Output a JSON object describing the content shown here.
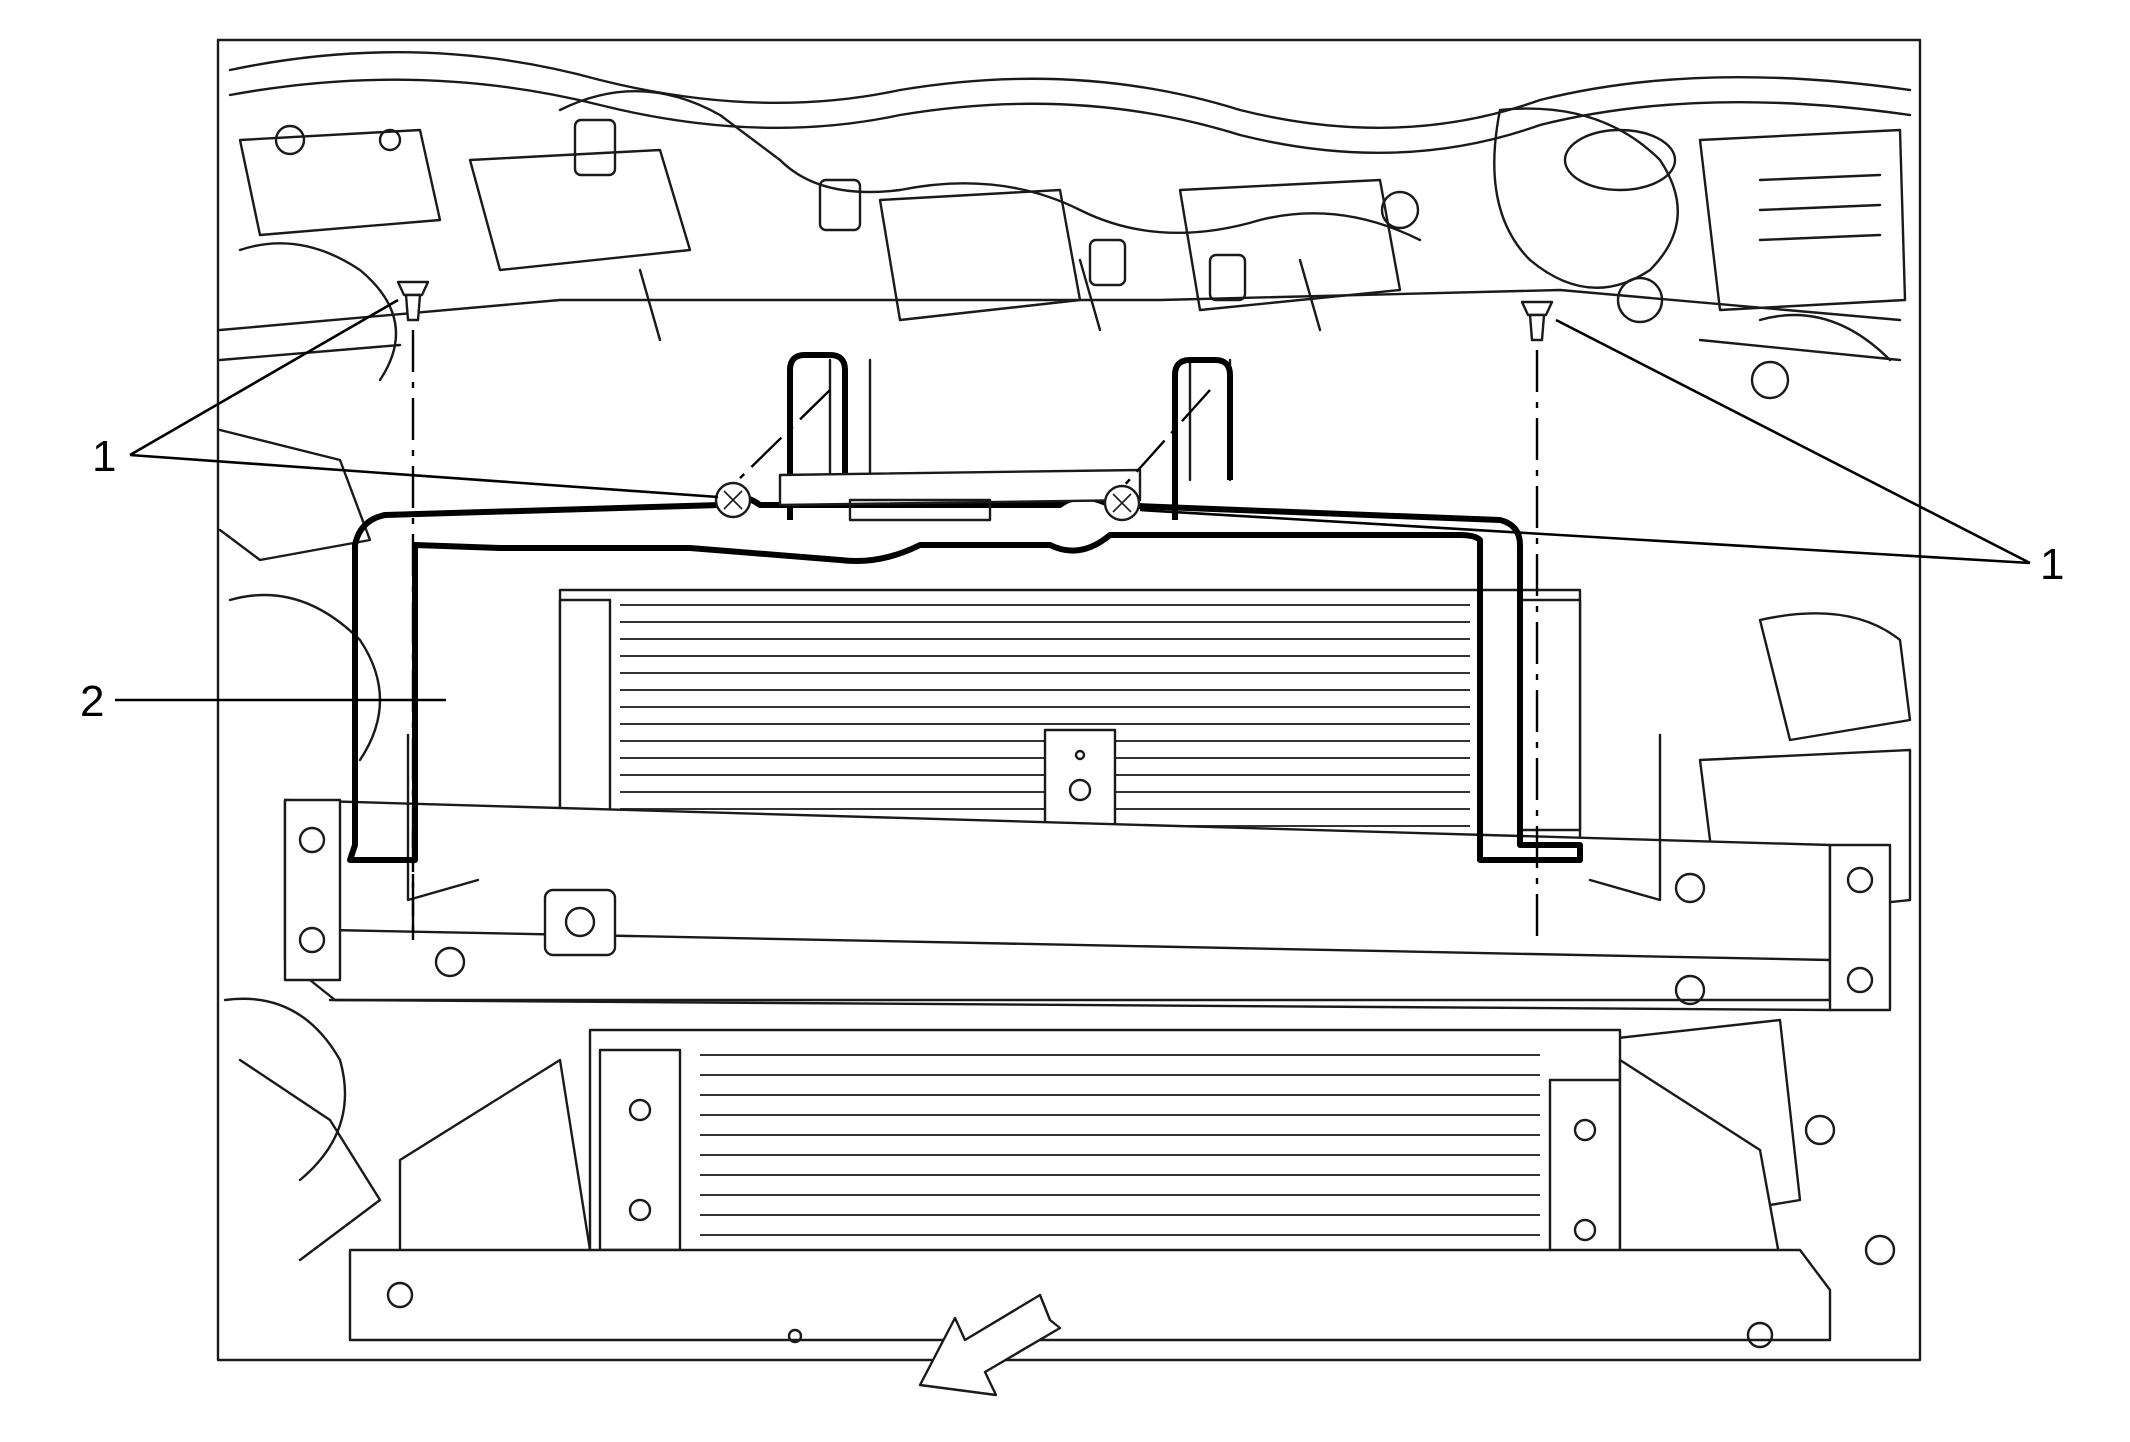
{
  "callouts": {
    "fastener_left": "1",
    "fastener_right": "1",
    "bracket": "2"
  },
  "icons": {
    "direction_arrow": "front-of-vehicle-arrow-icon"
  },
  "colors": {
    "line": "#1a1a1a",
    "background": "#ffffff"
  }
}
